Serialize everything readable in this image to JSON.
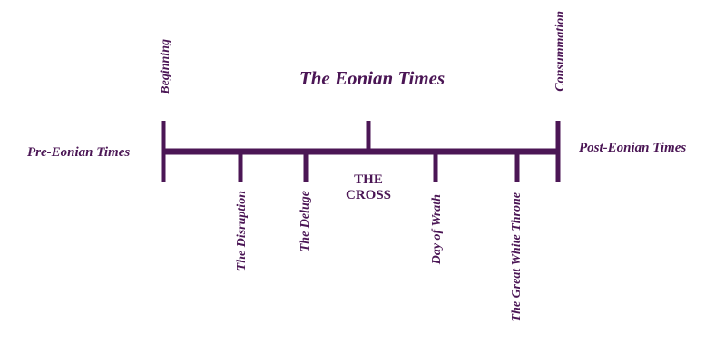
{
  "diagram": {
    "title": "The Eonian Times",
    "left_label": "Pre-Eonian Times",
    "right_label": "Post-Eonian Times",
    "start_marker": "Beginning",
    "end_marker": "Consummation",
    "center_marker_line1": "THE",
    "center_marker_line2": "CROSS",
    "events": {
      "disruption": "The Disruption",
      "deluge": "The Deluge",
      "wrath": "Day of Wrath",
      "throne": "The Great White Throne"
    },
    "color": "#4b1655"
  }
}
